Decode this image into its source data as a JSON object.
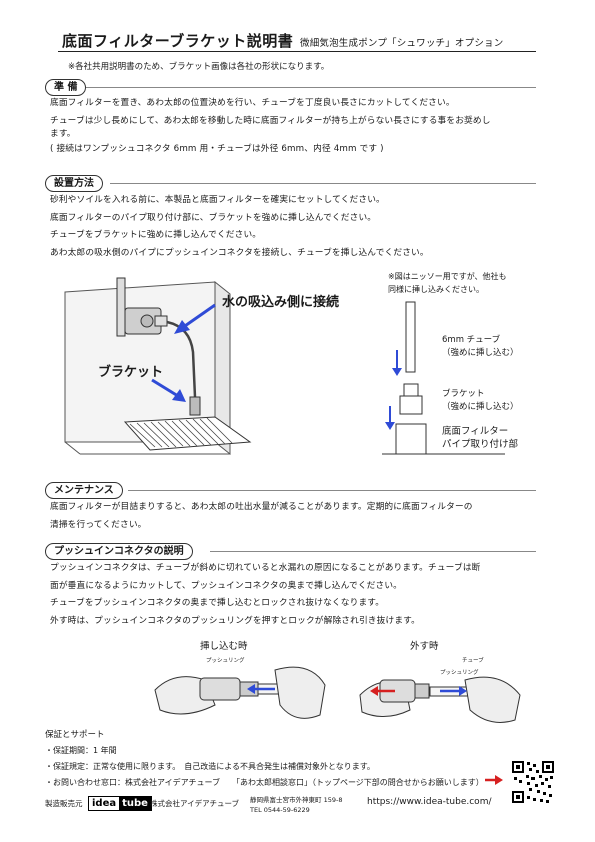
{
  "header": {
    "title": "底面フィルターブラケット説明書",
    "subtitle": "微細気泡生成ポンプ「シュワッチ」オプション",
    "note": "※各社共用説明書のため、ブラケット画像は各社の形状になります。"
  },
  "sections": {
    "prep": {
      "heading": "準 備",
      "lines": [
        "底面フィルターを置き、あわ太郎の位置決めを行い、チューブを丁度良い長さにカットしてください。",
        "チューブは少し長めにして、あわ太郎を移動した時に底面フィルターが持ち上がらない長さにする事をお奨めし",
        "ます。",
        "( 接続はワンプッシュコネクタ 6mm 用・チューブは外径 6mm、内径 4mm です )"
      ]
    },
    "install": {
      "heading": "設置方法",
      "lines": [
        "砂利やソイルを入れる前に、本製品と底面フィルターを確実にセットしてください。",
        "底面フィルターのパイプ取り付け部に、ブラケットを強めに挿し込んでください。",
        "チューブをブラケットに強めに挿し込んでください。",
        "あわ太郎の吸水側のパイプにプッシュインコネクタを接続し、チューブを挿し込んでください。"
      ],
      "diagram": {
        "label_intake": "水の吸込み側に接続",
        "label_bracket": "ブラケット",
        "side_note_1": "※図はニッソー用ですが、他社も",
        "side_note_2": "同様に挿し込みください。",
        "tube_label_1": "6mm チューブ",
        "tube_label_2": "（強めに挿し込む）",
        "bracket_label_1": "ブラケット",
        "bracket_label_2": "（強めに挿し込む）",
        "filter_label_1": "底面フィルター",
        "filter_label_2": "パイプ取り付け部"
      }
    },
    "maintenance": {
      "heading": "メンテナンス",
      "lines": [
        "底面フィルターが目詰まりすると、あわ太郎の吐出水量が減ることがあります。定期的に底面フィルターの",
        "清掃を行ってください。"
      ]
    },
    "connector": {
      "heading": "プッシュインコネクタの説明",
      "lines": [
        "プッシュインコネクタは、チューブが斜めに切れていると水漏れの原因になることがあります。チューブは断",
        "面が垂直になるようにカットして、プッシュインコネクタの奥まで挿し込んでください。",
        "チューブをプッシュインコネクタの奥まで挿し込むとロックされ抜けなくなります。",
        "外す時は、プッシュインコネクタのプッシュリングを押すとロックが解除され引き抜けます。"
      ],
      "insert_title": "挿し込む時",
      "remove_title": "外す時",
      "push_ring": "プッシュリング",
      "push_ring_2": "プッシュリング",
      "tube": "チューブ"
    }
  },
  "warranty": {
    "heading": "保証とサポート",
    "items": [
      "・保証期間：1 年間",
      "・保証規定：正常な使用に限ります。　自己改造による不具合発生は補償対象外となります。",
      "・お問い合わせ窓口：株式会社アイデアチューブ　　「あわ太郎相談窓口」（トップページ下部の問合せからお願いします）"
    ]
  },
  "footer": {
    "maker_label": "製造販売元",
    "logo_left": "idea",
    "logo_right": "tube",
    "company": "株式会社アイデアチューブ",
    "address": "静岡県富士宮市外神東町 159-8",
    "tel": "TEL 0544-59-6229",
    "url": "https://www.idea-tube.com/"
  },
  "colors": {
    "accent_blue": "#2f4bd6",
    "arrow_red": "#d62020"
  }
}
